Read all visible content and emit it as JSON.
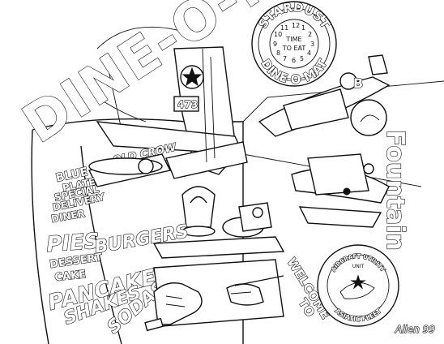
{
  "sign": {
    "title": "DINE-O-MAT",
    "fountain": "Fountain"
  },
  "clock": {
    "top": "STARDUST",
    "bottom": "DINE-O-MAT",
    "n12": "12",
    "n1": "1",
    "n2": "2",
    "n3": "3",
    "n4": "4",
    "n5": "5",
    "n6": "6",
    "n7": "7",
    "n8": "8",
    "n9": "9",
    "n10": "10",
    "n11": "11",
    "center_top": "TIME",
    "center_bottom": "TO EAT"
  },
  "plane_top": {
    "tail_number": "473",
    "nose_art": "OLD CROW"
  },
  "plane_right": {
    "marking": "B"
  },
  "menu": {
    "line1": "BLUE",
    "line2": "PLATE",
    "line3": "SPECIAL",
    "line4": "DELIVERY",
    "line5": "DINER",
    "pies": "PIES",
    "burgers": "BURGERS",
    "dessert": "DESSERT",
    "cake": "CAKE",
    "pancake": "PANCAKE",
    "shakes": "SHAKES",
    "sodas": "SODAS"
  },
  "welcome": {
    "line1": "WELCOME",
    "line2": "TO"
  },
  "badge": {
    "top": "AIRCRAFT UTILITY",
    "middle": "UNIT",
    "bottom": "ASIATIC FLEET"
  },
  "signature": "Allen 99"
}
